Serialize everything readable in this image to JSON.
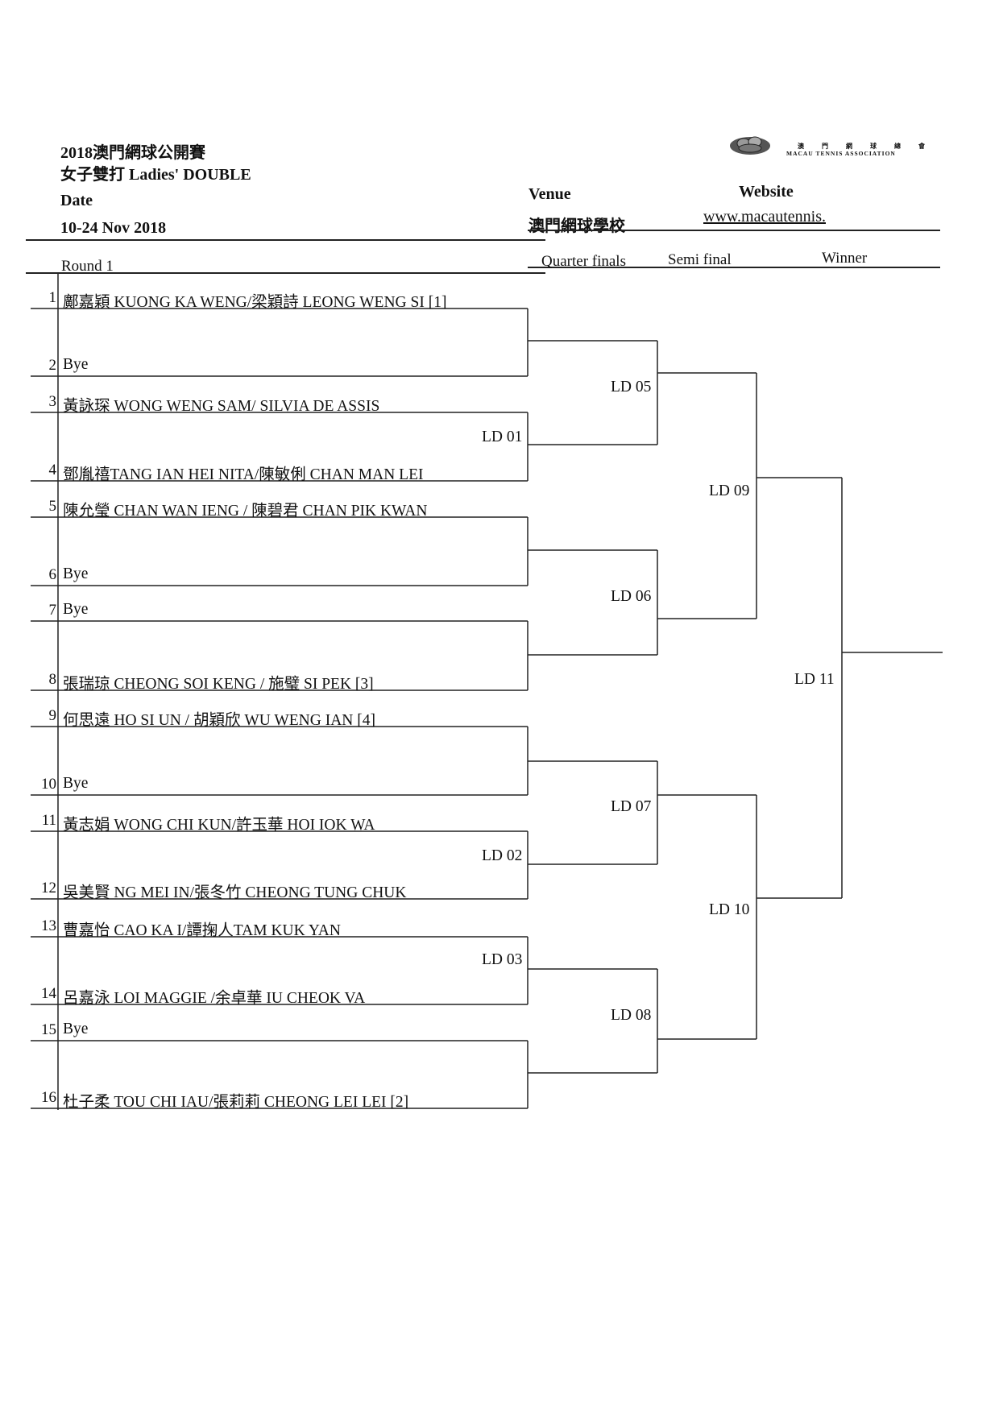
{
  "header": {
    "title": "2018澳門網球公開賽",
    "subtitle": "女子雙打 Ladies' DOUBLE",
    "date_label": "Date",
    "date_value": "10-24 Nov 2018",
    "venue_label": "Venue",
    "venue_value": "澳門網球學校",
    "website_label": "Website",
    "website_value": "www.macautennis.",
    "logo_text_cn": "澳 門 網 球 總 會",
    "logo_text_en": "MACAU TENNIS ASSOCIATION"
  },
  "columns": {
    "round1": "Round 1",
    "quarter": "Quarter finals",
    "semi": "Semi final",
    "winner": "Winner"
  },
  "entries": [
    {
      "num": "1",
      "name": "鄺嘉穎 KUONG KA WENG/梁穎詩 LEONG WENG SI [1]"
    },
    {
      "num": "2",
      "name": "Bye"
    },
    {
      "num": "3",
      "name": "黃詠琛 WONG WENG SAM/ SILVIA DE ASSIS"
    },
    {
      "num": "4",
      "name": "鄧胤禧TANG IAN HEI NITA/陳敏俐 CHAN MAN LEI"
    },
    {
      "num": "5",
      "name": "陳允瑩 CHAN WAN IENG  / 陳碧君 CHAN PIK KWAN"
    },
    {
      "num": "6",
      "name": "Bye"
    },
    {
      "num": "7",
      "name": "Bye"
    },
    {
      "num": "8",
      "name": "張瑞琼 CHEONG SOI KENG / 施璧 SI PEK [3]"
    },
    {
      "num": "9",
      "name": "何思遠  HO SI UN / 胡穎欣 WU WENG IAN [4]"
    },
    {
      "num": "10",
      "name": "Bye"
    },
    {
      "num": "11",
      "name": "黃志娟 WONG CHI KUN/許玉華 HOI IOK WA"
    },
    {
      "num": "12",
      "name": "吳美賢 NG MEI IN/張冬竹 CHEONG TUNG CHUK"
    },
    {
      "num": "13",
      "name": "曹嘉怡 CAO KA I/譚掬人TAM KUK YAN"
    },
    {
      "num": "14",
      "name": "呂嘉泳 LOI MAGGIE /余卓華 IU CHEOK VA"
    },
    {
      "num": "15",
      "name": "Bye"
    },
    {
      "num": "16",
      "name": "杜子柔 TOU CHI IAU/張莉莉 CHEONG LEI LEI [2]"
    }
  ],
  "matches": {
    "ld01": "LD 01",
    "ld02": "LD 02",
    "ld03": "LD 03",
    "ld05": "LD 05",
    "ld06": "LD 06",
    "ld07": "LD 07",
    "ld08": "LD 08",
    "ld09": "LD 09",
    "ld10": "LD 10",
    "ld11": "LD 11"
  }
}
